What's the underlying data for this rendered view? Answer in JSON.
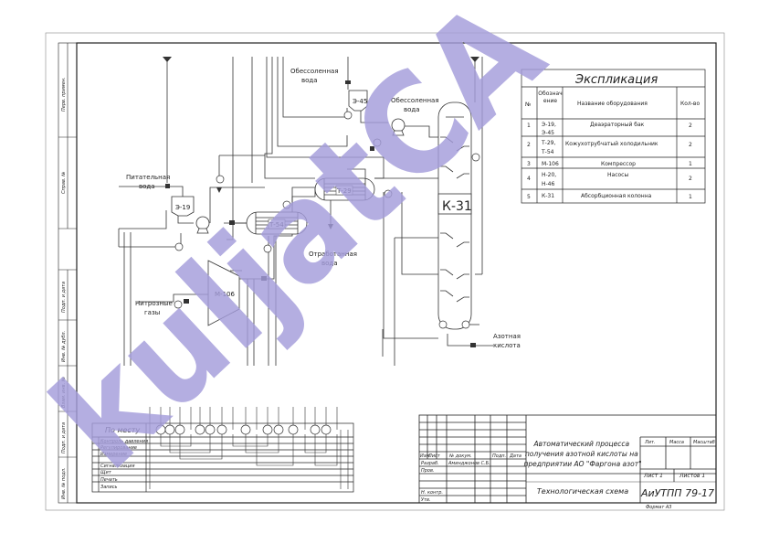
{
  "side_labels": [
    "Перв. примен.",
    "Справ. №",
    "Подп. и дата",
    "Инв. № дубл.",
    "Взам. инв. №",
    "Подп. и дата",
    "Инв. № подл."
  ],
  "explication": {
    "title": "Экспликация",
    "headers": [
      "№",
      "Обозначение",
      "Название оборудования",
      "Кол-во"
    ],
    "rows": [
      {
        "num": "1",
        "code1": "Э-19,",
        "code2": "Э-45",
        "name": "Деаэраторный бак",
        "qty": "2"
      },
      {
        "num": "2",
        "code1": "Т-29,",
        "code2": "Т-54",
        "name": "Кожухотрубчатый холодильник",
        "qty": "2"
      },
      {
        "num": "3",
        "code1": "М-106",
        "code2": "",
        "name": "Компрессор",
        "qty": "1"
      },
      {
        "num": "4",
        "code1": "Н-20,",
        "code2": "Н-46",
        "name": "Насосы",
        "qty": "2"
      },
      {
        "num": "5",
        "code1": "К-31",
        "code2": "",
        "name": "Абсорбционная колонна",
        "qty": "1"
      }
    ]
  },
  "equipment": {
    "e45": "Э-45",
    "e19": "Э-19",
    "t29": "Т-29",
    "t54": "Т-54",
    "m106": "М-106",
    "k31": "К-31"
  },
  "streams": {
    "desalted_water_1": [
      "Обессоленная",
      "вода"
    ],
    "desalted_water_2": [
      "Обессоленная",
      "вода"
    ],
    "feed_water": [
      "Питательная",
      "вода"
    ],
    "nitrous_gases": [
      "Нитрозные",
      "газы"
    ],
    "spent_water": [
      "Отработанная",
      "вода"
    ],
    "nitric_acid": [
      "Азотная",
      "кислота"
    ]
  },
  "instrument_panel": {
    "title": "По месту",
    "rows": [
      "Контроль давления",
      "Регулирование",
      "Измерение",
      "Сигнализация",
      "Щит",
      "Печать",
      "Запись"
    ]
  },
  "title_block": {
    "project_title": [
      "Автоматический процесса",
      "получения азотной кислоты на",
      "предприятии АО \"Фаргона азот\""
    ],
    "drawing_name": "Технологическая схема",
    "doc_code": "АиУТПП 79-17",
    "cols": [
      "Изм.",
      "Лист",
      "№ докум.",
      "Подп.",
      "Дата"
    ],
    "roles": [
      "Разраб.",
      "Пров.",
      "Н. контр.",
      "Утв."
    ],
    "developer": "Аминджонов С.Б.",
    "lit": "Лит.",
    "mass": "Масса",
    "scale": "Масштаб",
    "sheet": "Лист 1",
    "sheets": "Листов 1",
    "format": "Формат А3"
  },
  "watermark": "kuljatCA",
  "colors": {
    "watermark": "#a49cda",
    "line": "#333333"
  }
}
